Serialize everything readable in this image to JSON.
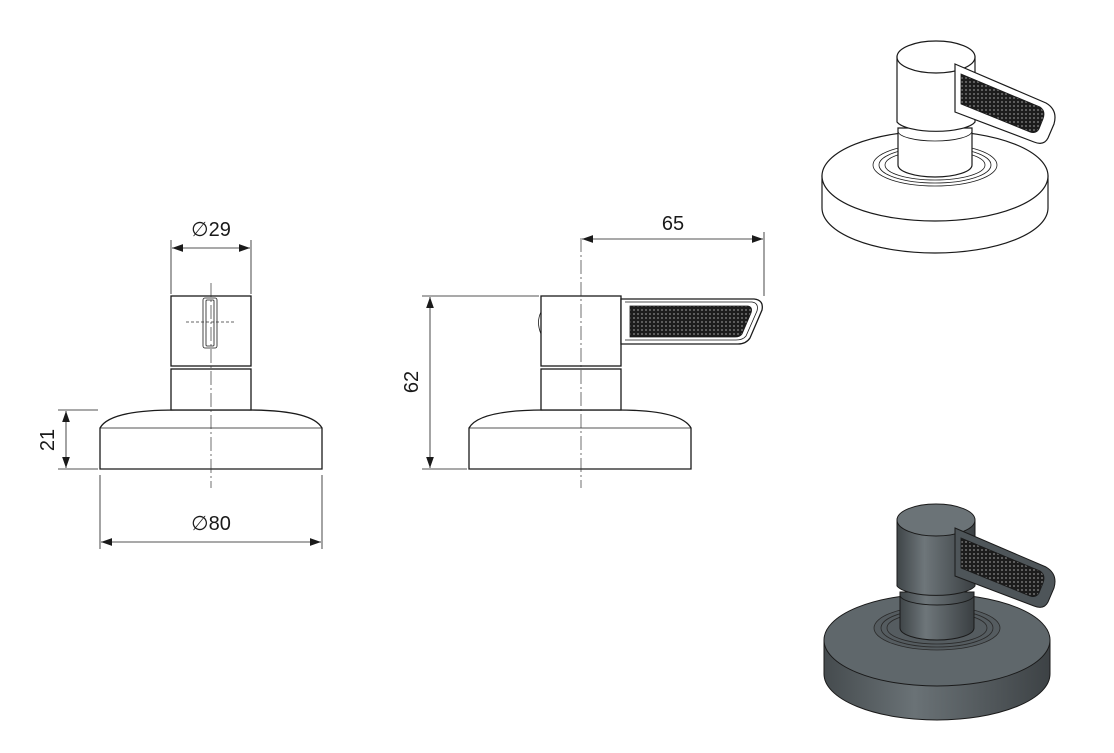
{
  "dimensions": {
    "top_diameter": "∅29",
    "base_diameter": "∅80",
    "base_height": "21",
    "total_height": "62",
    "lever_length": "65"
  },
  "colors": {
    "line": "#1a1a1a",
    "render_light": "#ffffff",
    "render_dark": "#5b6266",
    "grip": "#2b2b2b"
  }
}
